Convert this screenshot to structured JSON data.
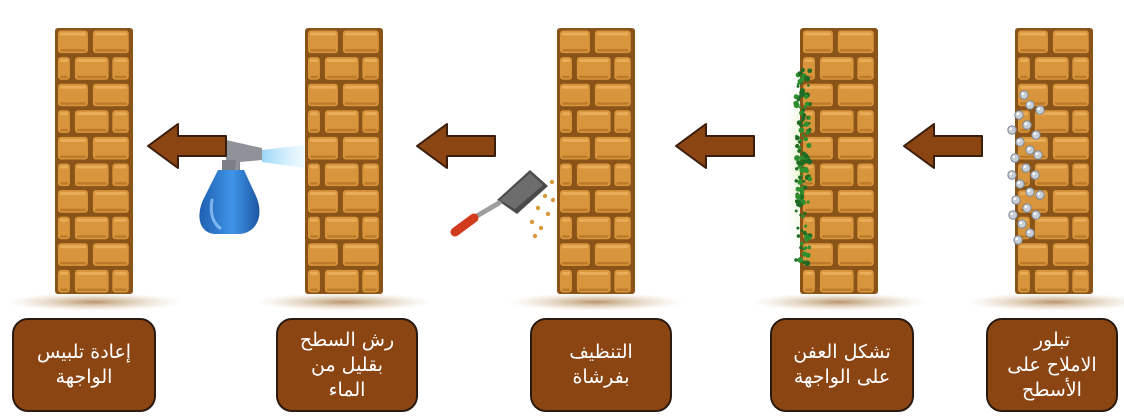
{
  "steps": [
    {
      "label": "إعادة تلبيس\nالواجهة"
    },
    {
      "label": "رش السطح\nبقليل من\nالماء"
    },
    {
      "label": "التنظيف\nبفرشاة"
    },
    {
      "label": "تشكل العفن\nعلى الواجهة"
    },
    {
      "label": "تبلور\nالاملاح على\nالأسطح"
    }
  ],
  "colors": {
    "brick": "#d9953b",
    "mortar": "#8a5418",
    "box_fill": "#8b4513",
    "arrow": "#8b4513",
    "mold": "#2f8f2f",
    "spray_bottle": "#2f7fd6"
  },
  "icons": [
    "spray-bottle-icon",
    "trowel-icon"
  ]
}
